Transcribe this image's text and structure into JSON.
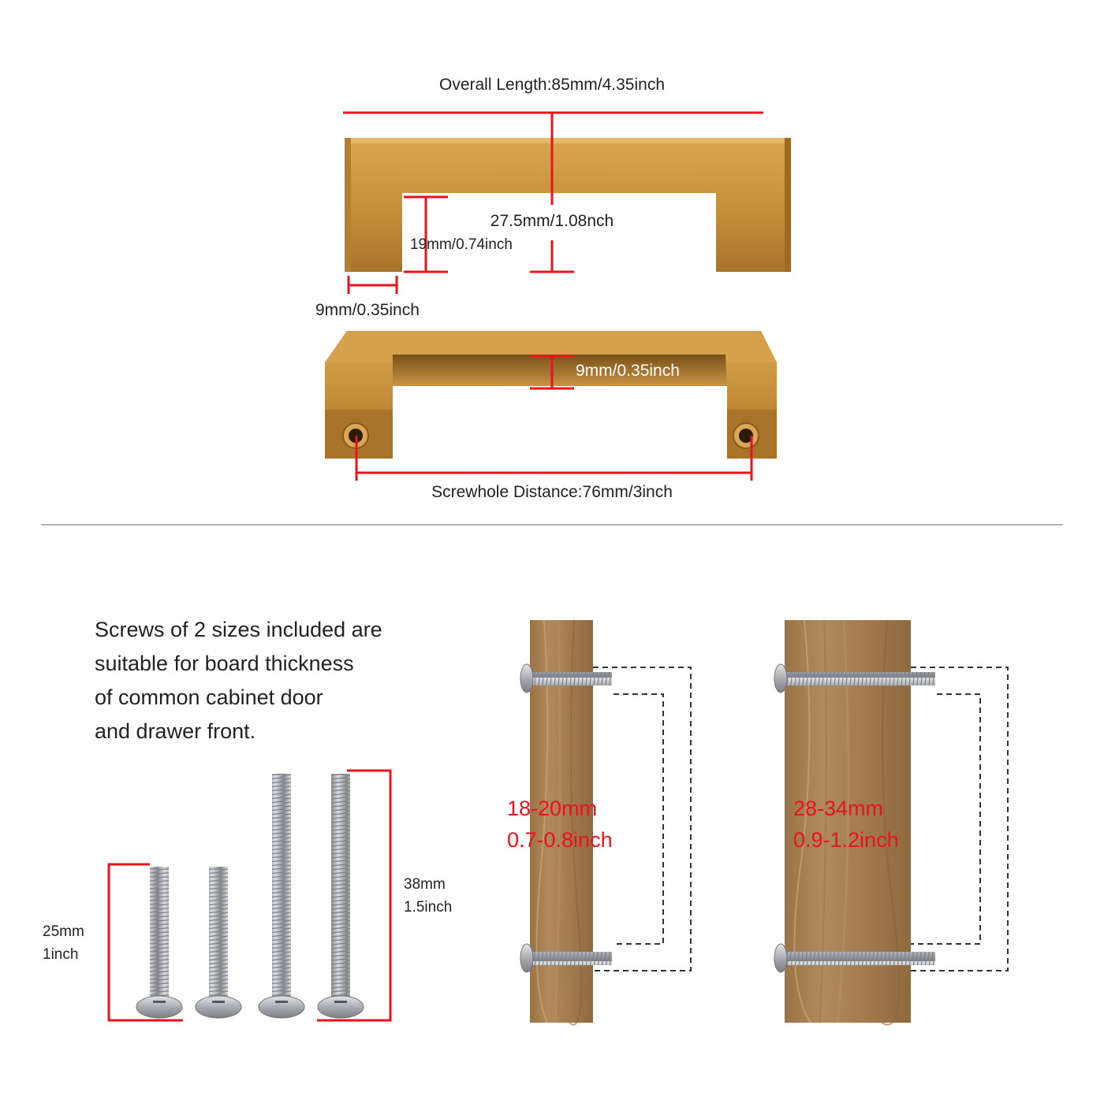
{
  "dimensions": {
    "overall_length": "Overall Length:85mm/4.35inch",
    "inner_height": "27.5mm/1.08nch",
    "leg_height": "19mm/0.74inch",
    "leg_width": "9mm/0.35inch",
    "bar_thickness": "9mm/0.35inch",
    "screwhole_distance": "Screwhole Distance:76mm/3inch"
  },
  "description": {
    "lines": [
      "Screws of 2 sizes included are",
      "suitable for board thickness",
      "of common cabinet door",
      "and drawer front."
    ]
  },
  "screws": {
    "short_length": [
      "25mm",
      "1inch"
    ],
    "long_length": [
      "38mm",
      "1.5inch"
    ]
  },
  "boards": [
    {
      "range_mm": "18-20mm",
      "range_inch": "0.7-0.8inch"
    },
    {
      "range_mm": "28-34mm",
      "range_inch": "0.9-1.2inch"
    }
  ],
  "colors": {
    "dimension_line": "#e8131c",
    "brass": "#c8913c",
    "wood": "#a77f52",
    "screw": "#b8bcc0"
  }
}
